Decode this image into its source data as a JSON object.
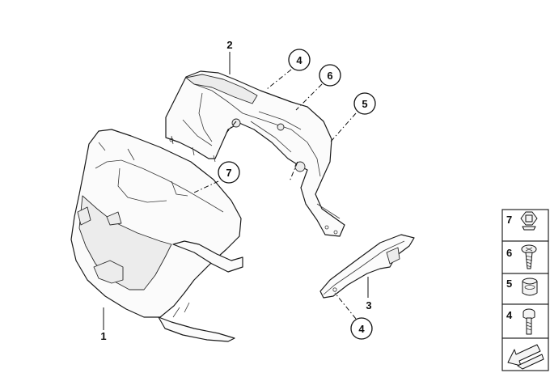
{
  "diagram": {
    "parts": [
      {
        "id": "1",
        "label": "1"
      },
      {
        "id": "2",
        "label": "2"
      },
      {
        "id": "3",
        "label": "3"
      }
    ],
    "callouts": [
      {
        "id": "c4-top",
        "label": "4"
      },
      {
        "id": "c6",
        "label": "6"
      },
      {
        "id": "c5",
        "label": "5"
      },
      {
        "id": "c7",
        "label": "7"
      },
      {
        "id": "c4-bottom",
        "label": "4"
      }
    ],
    "legend": [
      {
        "label": "7",
        "icon": "clip-nut-icon"
      },
      {
        "label": "6",
        "icon": "screw-icon"
      },
      {
        "label": "5",
        "icon": "rubber-grommet-icon"
      },
      {
        "label": "4",
        "icon": "bolt-icon"
      }
    ],
    "legend_footer_icon": "arrow-icon"
  }
}
